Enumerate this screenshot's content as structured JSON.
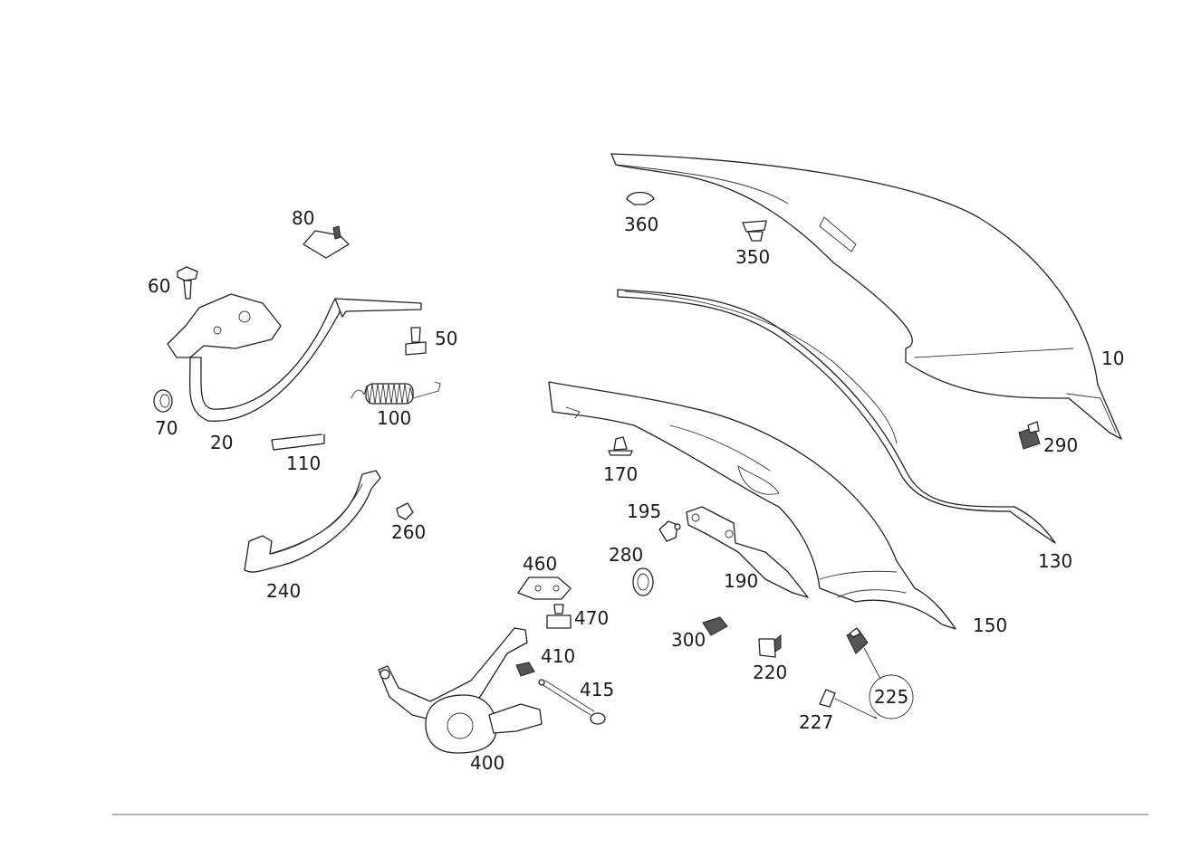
{
  "parts": [
    {
      "id": "10",
      "label": "10"
    },
    {
      "id": "20",
      "label": "20"
    },
    {
      "id": "50",
      "label": "50"
    },
    {
      "id": "60",
      "label": "60"
    },
    {
      "id": "70",
      "label": "70"
    },
    {
      "id": "80",
      "label": "80"
    },
    {
      "id": "100",
      "label": "100"
    },
    {
      "id": "110",
      "label": "110"
    },
    {
      "id": "130",
      "label": "130"
    },
    {
      "id": "150",
      "label": "150"
    },
    {
      "id": "170",
      "label": "170"
    },
    {
      "id": "190",
      "label": "190"
    },
    {
      "id": "195",
      "label": "195"
    },
    {
      "id": "220",
      "label": "220"
    },
    {
      "id": "225",
      "label": "225"
    },
    {
      "id": "227",
      "label": "227"
    },
    {
      "id": "240",
      "label": "240"
    },
    {
      "id": "260",
      "label": "260"
    },
    {
      "id": "280",
      "label": "280"
    },
    {
      "id": "290",
      "label": "290"
    },
    {
      "id": "300",
      "label": "300"
    },
    {
      "id": "350",
      "label": "350"
    },
    {
      "id": "360",
      "label": "360"
    },
    {
      "id": "400",
      "label": "400"
    },
    {
      "id": "410",
      "label": "410"
    },
    {
      "id": "415",
      "label": "415"
    },
    {
      "id": "460",
      "label": "460"
    },
    {
      "id": "470",
      "label": "470"
    }
  ]
}
